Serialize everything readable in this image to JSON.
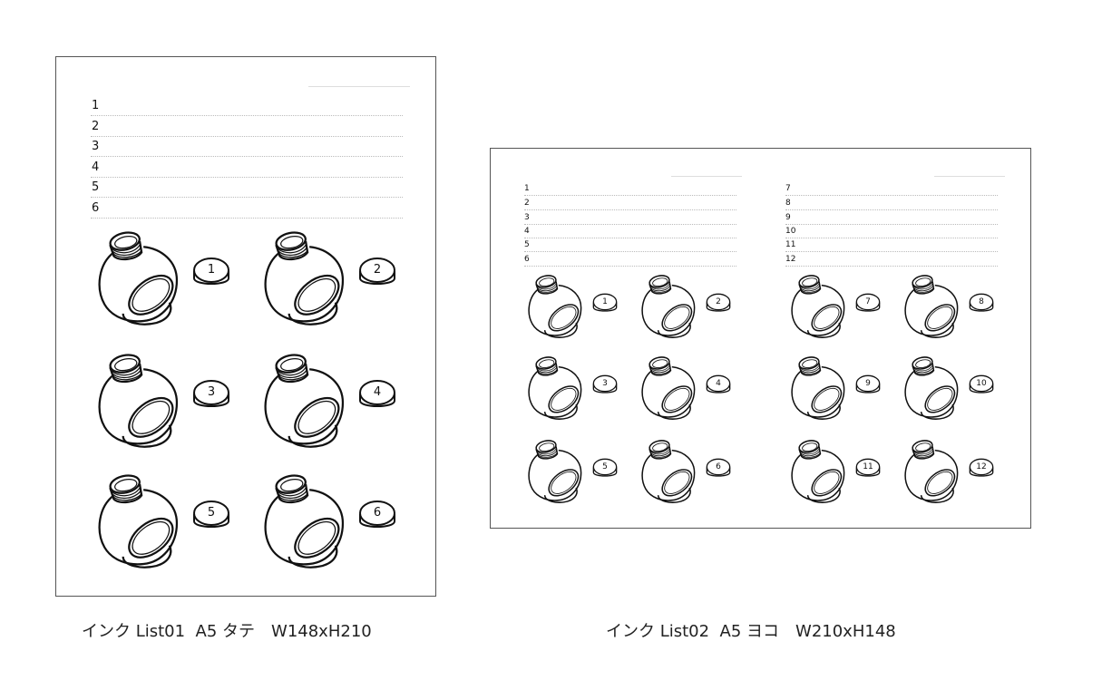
{
  "pages": [
    {
      "id": "list01",
      "list_numbers": [
        "1",
        "2",
        "3",
        "4",
        "5",
        "6"
      ],
      "bottle_labels": [
        "1",
        "2",
        "3",
        "4",
        "5",
        "6"
      ],
      "caption": "インク List01  A5 タテ　W148xH210"
    },
    {
      "id": "list02",
      "list_numbers": [
        "1",
        "2",
        "3",
        "4",
        "5",
        "6",
        "7",
        "8",
        "9",
        "10",
        "11",
        "12"
      ],
      "bottle_labels": [
        "1",
        "2",
        "7",
        "8",
        "3",
        "4",
        "9",
        "10",
        "5",
        "6",
        "11",
        "12"
      ],
      "caption": "インク List02  A5 ヨコ　W210xH148"
    }
  ],
  "colors": {
    "ink": "#111111",
    "border": "#555555",
    "dots": "#bbbbbb"
  }
}
